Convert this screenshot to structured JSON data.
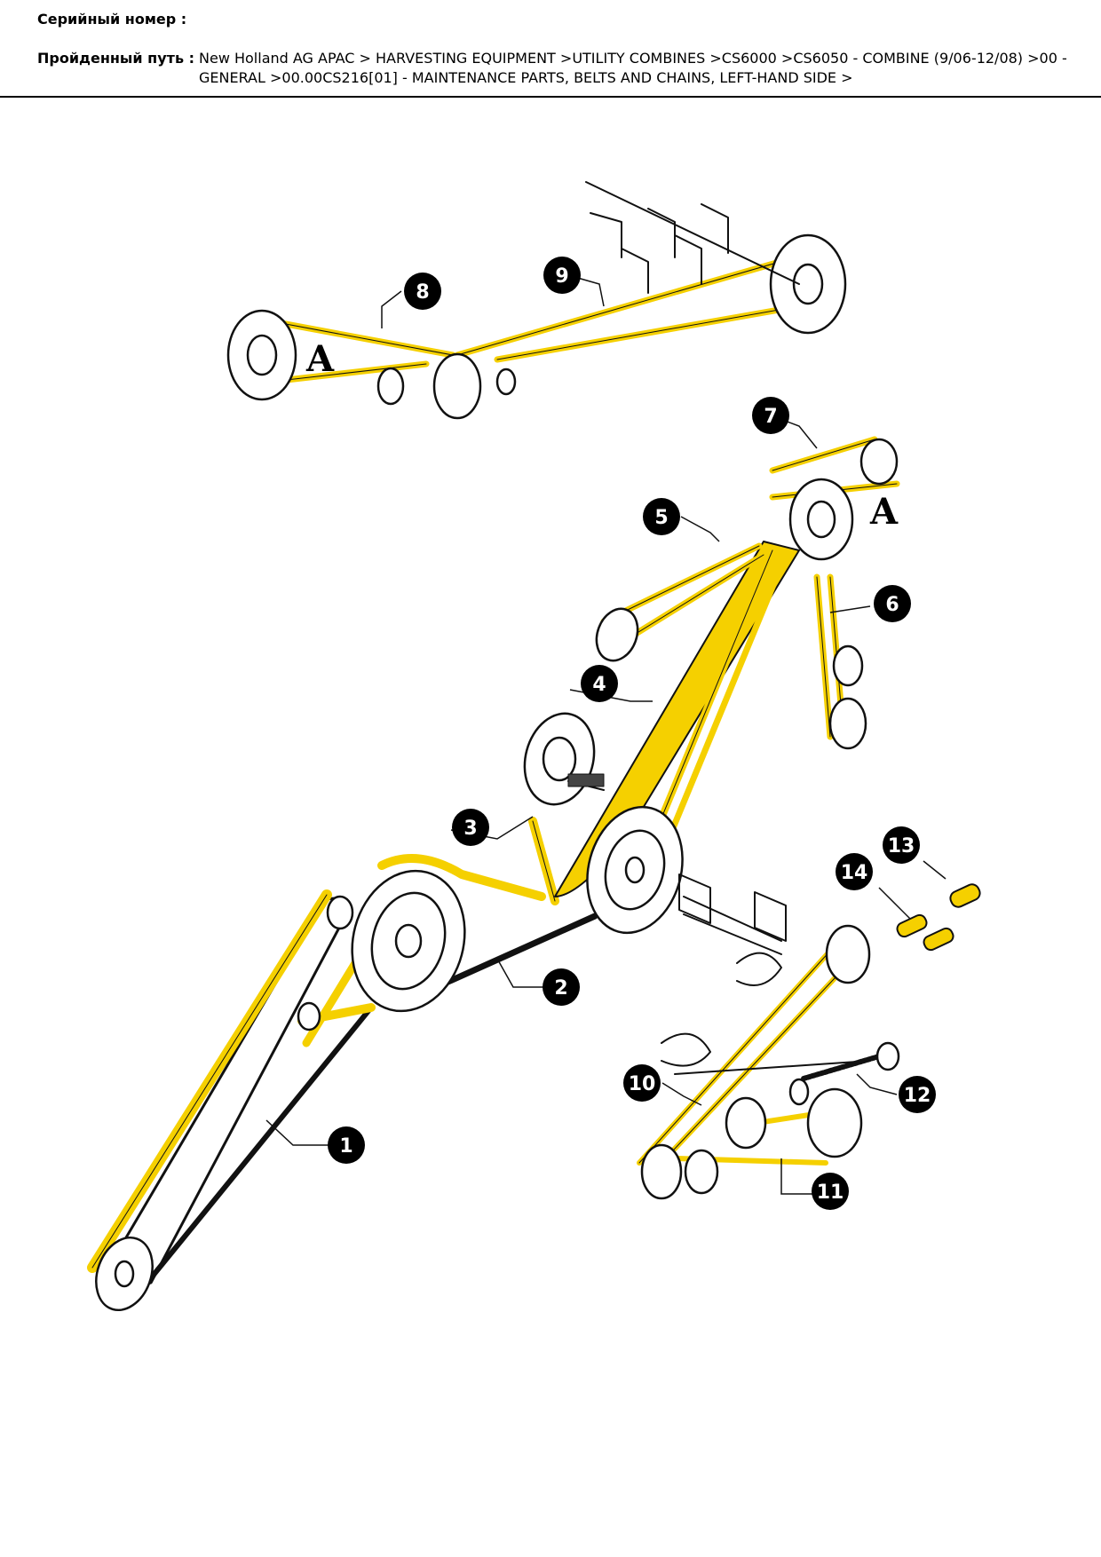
{
  "header": {
    "serial_label": "Серийный номер :",
    "path_label": "Пройденный путь :",
    "path_line1": "New Holland AG APAC > HARVESTING EQUIPMENT >UTILITY COMBINES >CS6000 >CS6050 - COMBINE (9/06-12/08) >00 -",
    "path_line2": "GENERAL >00.00CS216[01] - MAINTENANCE PARTS, BELTS AND CHAINS, LEFT-HAND SIDE >"
  },
  "diagram": {
    "colors": {
      "belt": "#f5d000",
      "ink": "#111111",
      "callout": "#000000"
    },
    "view_letters": [
      "A",
      "A"
    ],
    "callouts": [
      "1",
      "2",
      "3",
      "4",
      "5",
      "6",
      "7",
      "8",
      "9",
      "10",
      "11",
      "12",
      "13",
      "14"
    ]
  }
}
